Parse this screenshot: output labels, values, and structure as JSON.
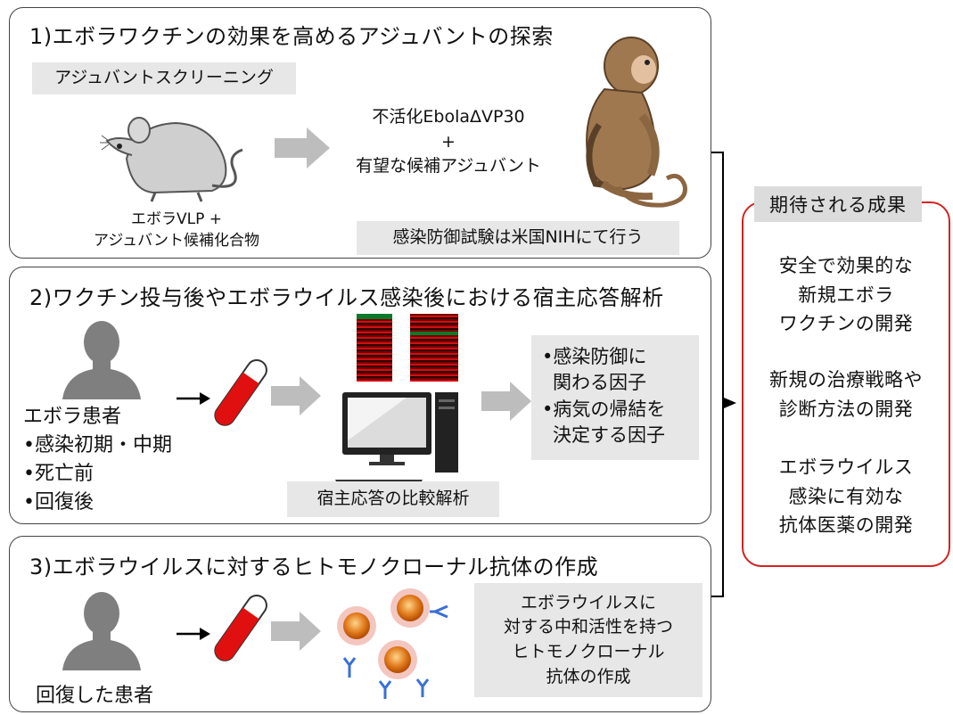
{
  "panel1": {
    "title": "1)エボラワクチンの効果を高めるアジュバントの探索",
    "screening_label": "アジュバントスクリーニング",
    "mouse_caption_line1": "エボラVLP +",
    "mouse_caption_line2": "アジュバント候補化合物",
    "center_line1": "不活化EbolaΔVP30",
    "center_plus": "+",
    "center_line2": "有望な候補アジュバント",
    "test_note": "感染防御試験は米国NIHにて行う"
  },
  "panel2": {
    "title": "2)ワクチン投与後やエボラウイルス感染後における宿主応答解析",
    "patients_label": "エボラ患者",
    "patient_stages": [
      "•感染初期・中期",
      "•死亡前",
      "•回復後"
    ],
    "analysis_label": "宿主応答の比較解析",
    "factors": [
      "•感染防御に",
      "関わる因子",
      "•病気の帰結を",
      "決定する因子"
    ]
  },
  "panel3": {
    "title": "3)エボラウイルスに対するヒトモノクローナル抗体の作成",
    "recovered_label": "回復した患者",
    "result_lines": [
      "エボラウイルスに",
      "対する中和活性を持つ",
      "ヒトモノクローナル",
      "抗体の作成"
    ]
  },
  "results": {
    "title": "期待される成果",
    "items": [
      [
        "安全で効果的な",
        "新規エボラ",
        "ワクチンの開発"
      ],
      [
        "新規の治療戦略や",
        "診断方法の開発"
      ],
      [
        "エボラウイルス",
        "感染に有効な",
        "抗体医薬の開発"
      ]
    ]
  },
  "colors": {
    "panel_border": "#444444",
    "result_border": "#d12323",
    "gray_box": "#e7e7e7",
    "arrow_gray": "#bdbdbd",
    "blood_red": "#e01010",
    "antibody_blue": "#3a6fd6",
    "cell_orange": "#e07a1c"
  }
}
